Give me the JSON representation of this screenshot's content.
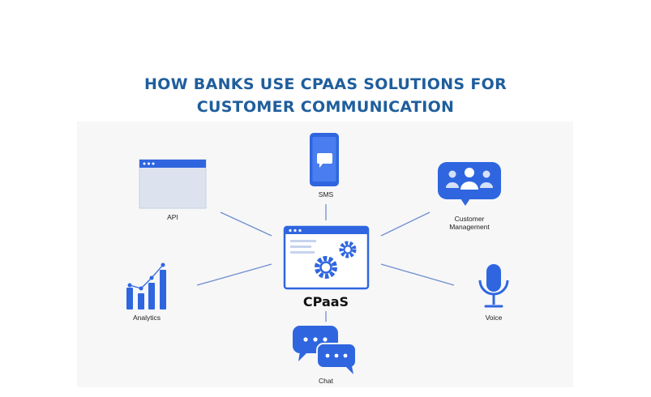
{
  "title": {
    "line1": "HOW BANKS USE CPAAS SOLUTIONS FOR",
    "line2": "CUSTOMER COMMUNICATION"
  },
  "hub": {
    "label": "CPaaS",
    "icon": "cpaas-gear-window-icon"
  },
  "nodes": {
    "sms": {
      "label": "SMS",
      "icon": "phone-message-icon"
    },
    "api": {
      "label": "API",
      "icon": "browser-window-icon"
    },
    "customer_management": {
      "line1": "Customer",
      "line2": "Management",
      "icon": "users-bubble-icon"
    },
    "analytics": {
      "label": "Analytics",
      "icon": "bar-chart-icon"
    },
    "voice": {
      "label": "Voice",
      "icon": "microphone-icon"
    },
    "chat": {
      "label": "Chat",
      "icon": "chat-bubbles-icon"
    }
  },
  "colors": {
    "title": "#1f5e9c",
    "accent": "#2f66e0",
    "connector": "#6f8fcf",
    "panel": "#f7f7f8"
  }
}
